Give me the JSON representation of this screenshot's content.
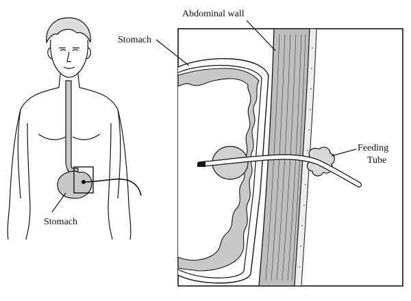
{
  "labels": {
    "stomach_left": "Stomach",
    "stomach_right": "Stomach",
    "abdominal_wall": "Abdominal wall",
    "feeding": "Feeding",
    "tube": "Tube"
  }
}
